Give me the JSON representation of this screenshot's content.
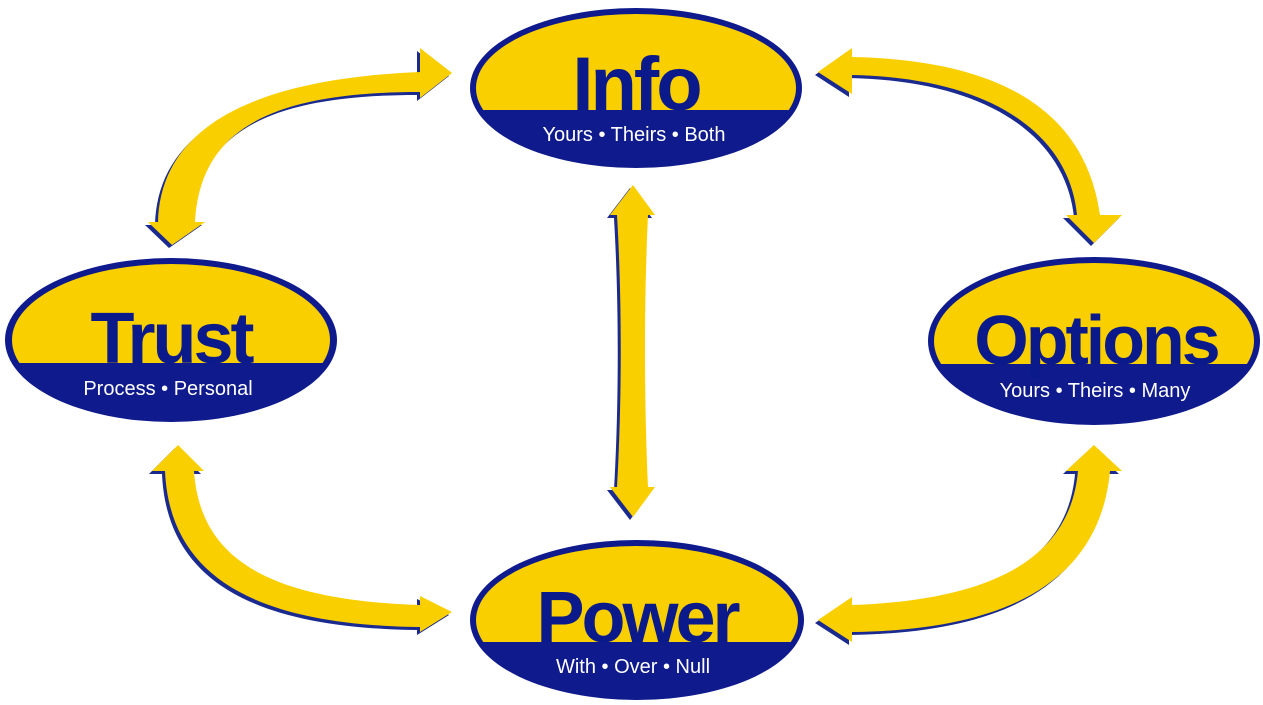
{
  "colors": {
    "navy": "#0f1a8c",
    "yellow": "#f9cf00",
    "white": "#ffffff"
  },
  "nodes": {
    "info": {
      "title": "Info",
      "subtitle": "Yours • Theirs • Both"
    },
    "trust": {
      "title": "Trust",
      "subtitle": "Process • Personal"
    },
    "options": {
      "title": "Options",
      "subtitle": "Yours • Theirs • Many"
    },
    "power": {
      "title": "Power",
      "subtitle": "With • Over • Null"
    }
  },
  "connections": [
    {
      "from": "trust",
      "to": "info",
      "type": "double-arrow"
    },
    {
      "from": "info",
      "to": "options",
      "type": "double-arrow"
    },
    {
      "from": "info",
      "to": "power",
      "type": "double-arrow"
    },
    {
      "from": "trust",
      "to": "power",
      "type": "double-arrow"
    },
    {
      "from": "options",
      "to": "power",
      "type": "double-arrow"
    }
  ]
}
